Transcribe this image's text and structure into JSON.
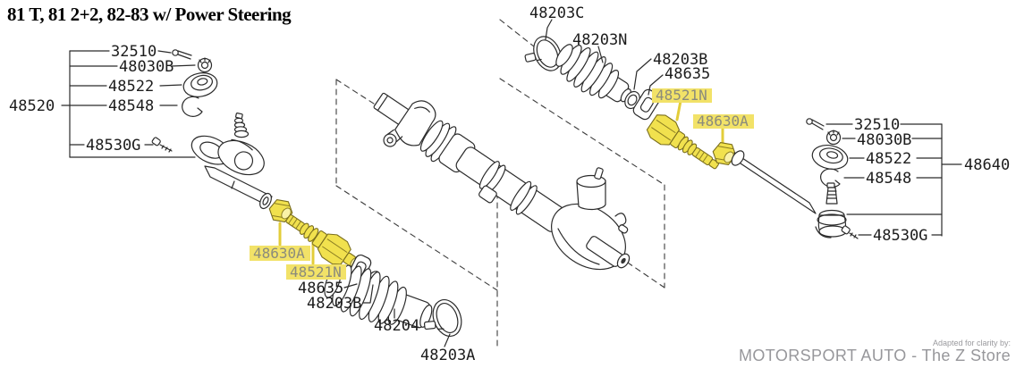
{
  "title": "81 T, 81 2+2, 82-83 w/ Power Steering",
  "credit": {
    "prefix": "Adapted for clarity by:",
    "name": "MOTORSPORT AUTO - The Z Store"
  },
  "colors": {
    "highlight_label_bg": "#F2E268",
    "highlight_part_fill": "#F1E14E",
    "highlight_leader": "#E3CD3A",
    "highlight_text": "#8B8B7C",
    "diagram_line": "#2B2B2B",
    "watermark_text": "#97979B"
  },
  "labels": {
    "left_group": {
      "assembly": "48520",
      "cotter_pin": "32510",
      "castle_nut": "48030B",
      "seat": "48522",
      "clip": "48548",
      "screw": "48530G"
    },
    "left_inner": {
      "lock_nut": "48630A",
      "inner_socket": "48521N",
      "retainer": "48635",
      "ring": "48203B",
      "boot": "48204",
      "clamp": "48203A"
    },
    "top_inner": {
      "clamp": "48203C",
      "boot": "48203N",
      "ring": "48203B",
      "retainer": "48635",
      "inner_socket": "48521N",
      "lock_nut": "48630A"
    },
    "right_group": {
      "assembly": "48640",
      "cotter_pin": "32510",
      "castle_nut": "48030B",
      "seat": "48522",
      "clip": "48548",
      "screw": "48530G"
    }
  }
}
